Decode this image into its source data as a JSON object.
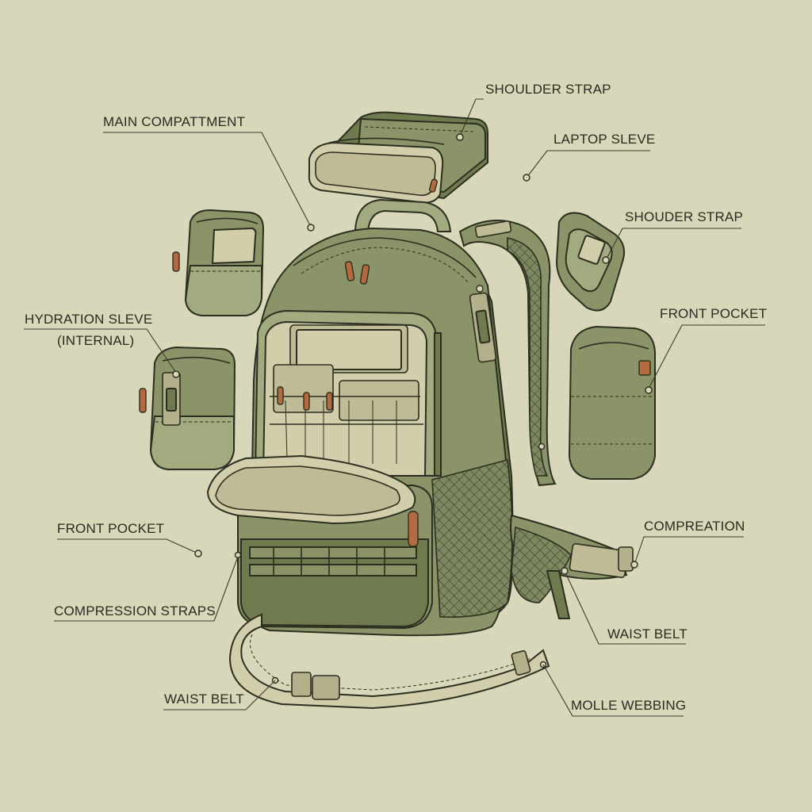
{
  "labels": {
    "shoulder_strap_top": "SHOULDER STRAP",
    "main_compartment": "MAIN COMPATTMENT",
    "laptop_sleeve": "LAPTOP SLEVE",
    "shoulder_strap_right": "SHOUDER STRAP",
    "hydration_sleeve_line1": "HYDRATION SLEVE",
    "hydration_sleeve_line2": "(INTERNAL)",
    "front_pocket_right": "FRONT POCKET",
    "front_pocket_left": "FRONT POCKET",
    "compression_right": "COMPREATION",
    "compression_straps": "COMPRESSION STRAPS",
    "waist_belt_right": "WAIST BELT",
    "waist_belt_left": "WAIST BELT",
    "molle_webbing": "MOLLE WEBBING"
  },
  "colors": {
    "background": "#d9d7b9",
    "olive": "#8a9468",
    "olive_dark": "#6f7a4f",
    "tan": "#d2ceac",
    "zipper_pull": "#b46a3e",
    "ink": "#2c2f20"
  }
}
